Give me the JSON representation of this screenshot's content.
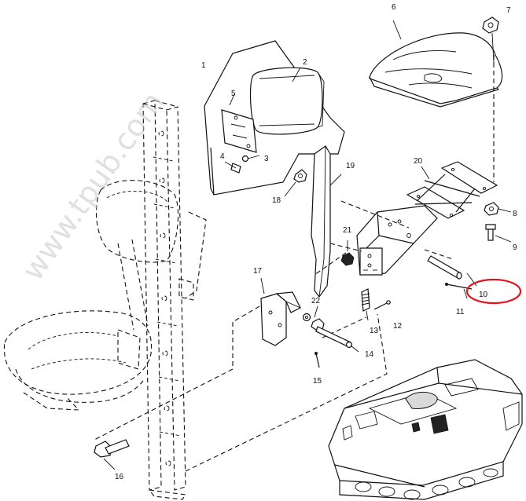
{
  "watermark": "www.tpub.com",
  "highlight_color": "#e0141e",
  "callouts": {
    "c1": "1",
    "c2": "2",
    "c3": "3",
    "c4": "4",
    "c5": "5",
    "c6": "6",
    "c7": "7",
    "c8": "8",
    "c9": "9",
    "c10": "10",
    "c11": "11",
    "c12": "12",
    "c13": "13",
    "c14": "14",
    "c15": "15",
    "c16": "16",
    "c17": "17",
    "c18": "18",
    "c19": "19",
    "c20": "20",
    "c21": "21",
    "c22": "22"
  }
}
